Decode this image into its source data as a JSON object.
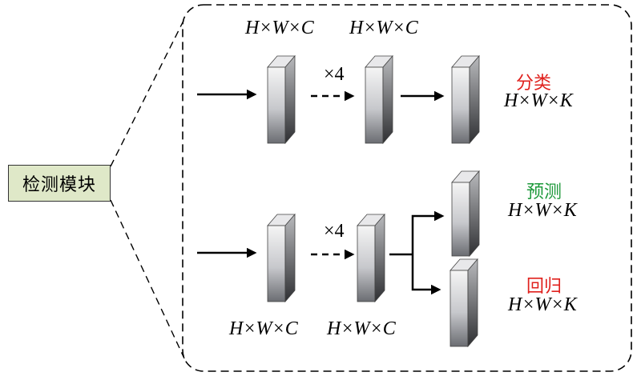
{
  "module": {
    "label": "检测模块"
  },
  "top_branch": {
    "dim_above_1": "H×W×C",
    "dim_above_2": "H×W×C",
    "repeat": "×4",
    "task": "分类",
    "task_color": "#e0211d",
    "output_dim": "H×W×K"
  },
  "bottom_branch": {
    "dim_below_1": "H×W×C",
    "dim_below_2": "H×W×C",
    "repeat": "×4",
    "pred_task": "预测",
    "pred_color": "#1f9a3c",
    "pred_dim": "H×W×K",
    "reg_task": "回归",
    "reg_color": "#e0211d",
    "reg_dim": "H×W×K"
  }
}
